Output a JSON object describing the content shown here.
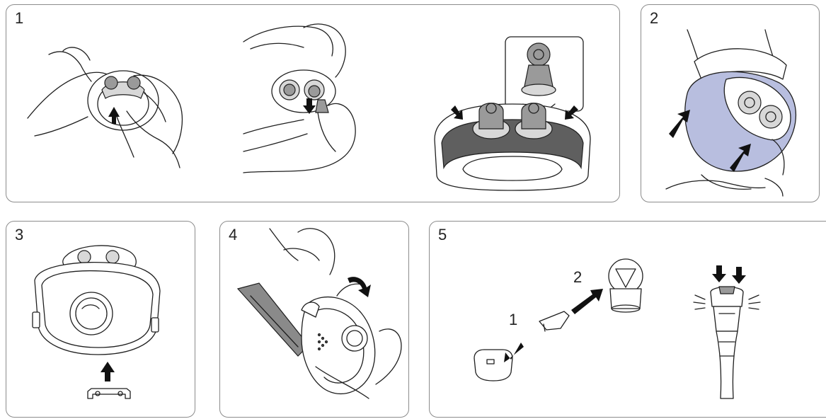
{
  "panels": [
    {
      "id": "panel-1",
      "number": "1"
    },
    {
      "id": "panel-2",
      "number": "2"
    },
    {
      "id": "panel-3",
      "number": "3"
    },
    {
      "id": "panel-4",
      "number": "4"
    },
    {
      "id": "panel-5",
      "number": "5"
    }
  ],
  "panel5_steps": {
    "step1": "1",
    "step2": "2"
  },
  "colors": {
    "cushion_blue": "#b8bedf",
    "pillow_grey": "#9a9a9a",
    "strap_grey": "#8a8a8a",
    "outline": "#1f1f1f",
    "arrow": "#111111"
  },
  "icons": {
    "arrow_up": "arrow-up-icon",
    "arrow_down": "arrow-down-icon",
    "arrow_diag": "arrow-diagonal-icon",
    "curved_arrow": "curved-arrow-icon",
    "click_lines": "click-sound-lines-icon"
  }
}
